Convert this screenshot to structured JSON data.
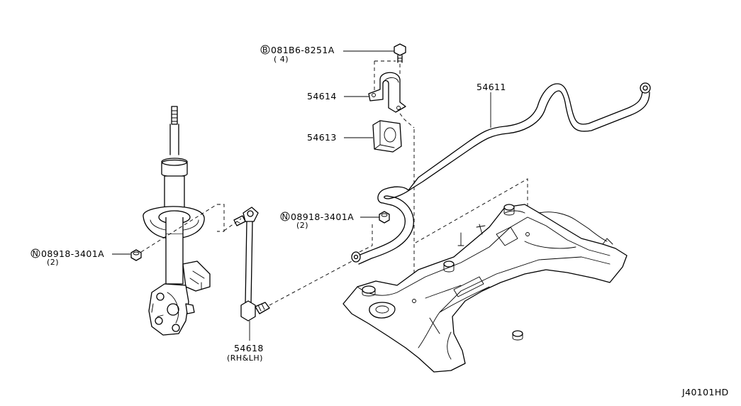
{
  "labels": {
    "bolt_code": "081B6-8251A",
    "bolt_prefix": "B",
    "bolt_qty": "( 4)",
    "clamp": "54614",
    "bushing": "54613",
    "stabilizer_bar": "54611",
    "nut_right_code": "08918-3401A",
    "nut_right_prefix": "N",
    "nut_right_qty": "(2)",
    "nut_left_code": "08918-3401A",
    "nut_left_prefix": "N",
    "nut_left_qty": "(2)",
    "link": "54618",
    "link_side": "(RH&LH)",
    "diagram_id": "J40101HD"
  }
}
